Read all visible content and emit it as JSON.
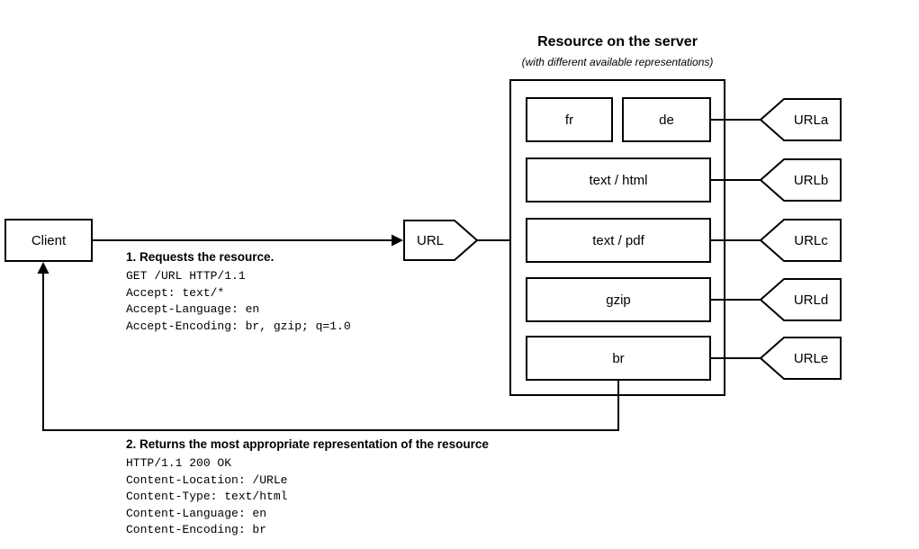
{
  "server": {
    "title": "Resource on the server",
    "subtitle": "(with different available representations)"
  },
  "client": {
    "label": "Client"
  },
  "url_node": {
    "label": "URL"
  },
  "representations": {
    "fr": "fr",
    "de": "de",
    "text_html": "text / html",
    "text_pdf": "text / pdf",
    "gzip": "gzip",
    "br": "br"
  },
  "url_tags": [
    "URLa",
    "URLb",
    "URLc",
    "URLd",
    "URLe"
  ],
  "request": {
    "title": "1. Requests the resource.",
    "lines": [
      "GET /URL HTTP/1.1",
      "Accept: text/*",
      "Accept-Language: en",
      "Accept-Encoding: br, gzip; q=1.0"
    ]
  },
  "response": {
    "title": "2. Returns the most appropriate representation of the resource",
    "lines": [
      "HTTP/1.1 200 OK",
      "Content-Location: /URLe",
      "Content-Type: text/html",
      "Content-Language: en",
      "Content-Encoding: br"
    ]
  },
  "colors": {
    "line": "#000000",
    "background": "#ffffff"
  }
}
